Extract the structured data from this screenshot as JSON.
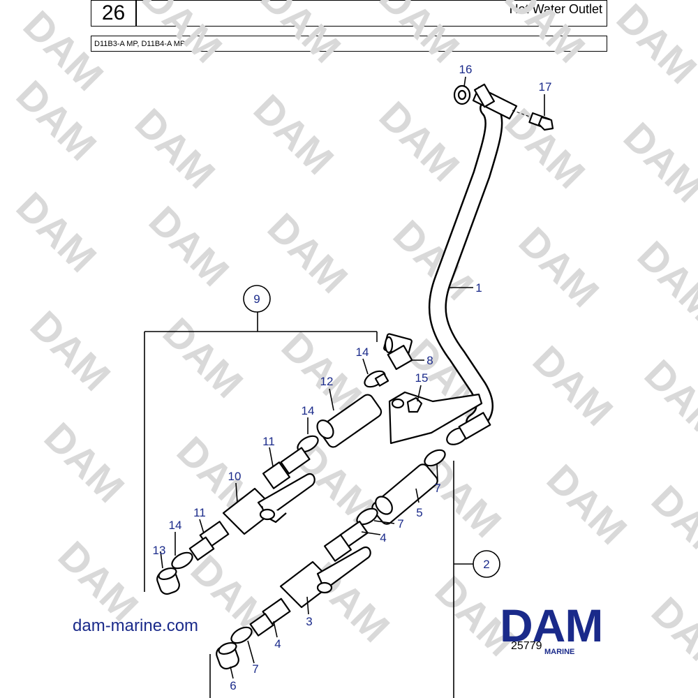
{
  "header": {
    "page_number": "26",
    "title": "Hot Water Outlet",
    "models": "D11B3-A MP, D11B4-A MP"
  },
  "watermark": "DAM",
  "callouts": {
    "c1": "1",
    "c2": "2",
    "c3": "3",
    "c4a": "4",
    "c4b": "4",
    "c5": "5",
    "c6": "6",
    "c7a": "7",
    "c7b": "7",
    "c7c": "7",
    "c8": "8",
    "c9": "9",
    "c10": "10",
    "c11a": "11",
    "c11b": "11",
    "c12": "12",
    "c13": "13",
    "c14a": "14",
    "c14b": "14",
    "c14c": "14",
    "c15": "15",
    "c16": "16",
    "c17": "17"
  },
  "footer": {
    "website": "dam-marine.com",
    "logo": "DAM",
    "logo_sub": "MARINE",
    "drawing_number": "25779"
  },
  "colors": {
    "callout": "#1a2a8a",
    "watermark": "#d9d9d9"
  }
}
